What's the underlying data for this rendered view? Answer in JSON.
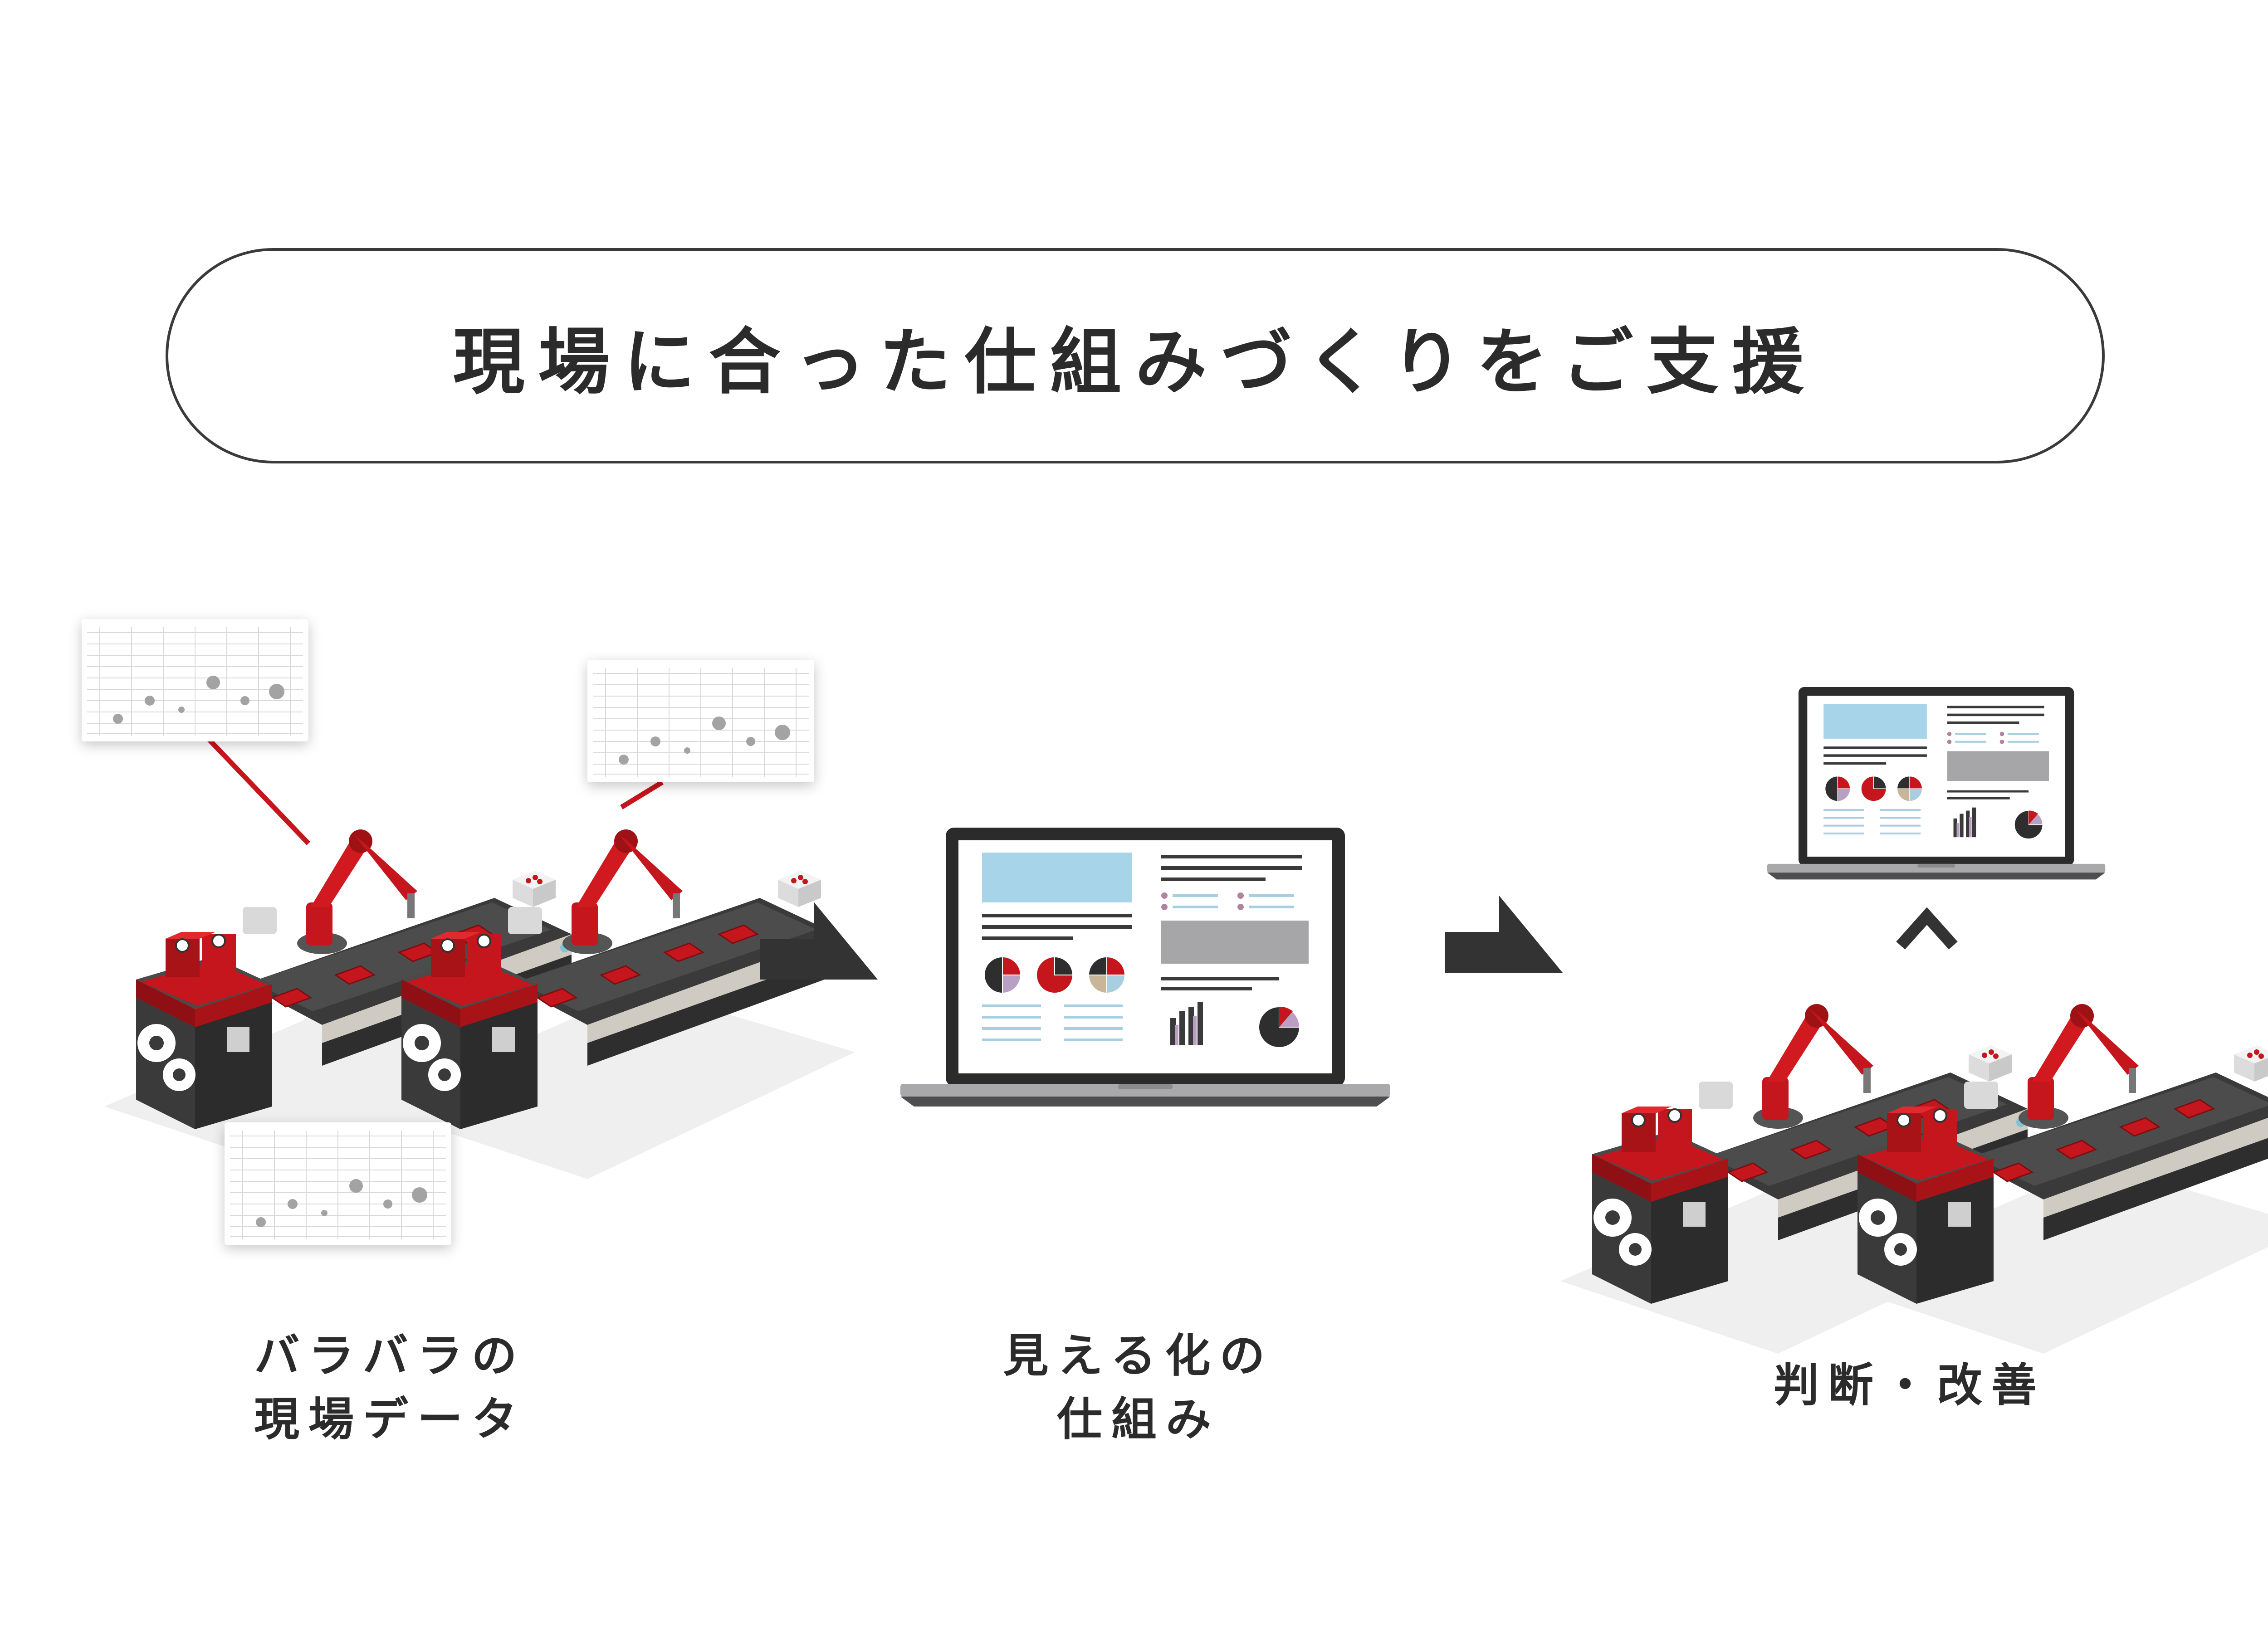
{
  "title": "現場に合った仕組みづくりをご支援",
  "steps": [
    {
      "lines": [
        "バラバラの",
        "現場データ"
      ]
    },
    {
      "lines": [
        "見える化の",
        "仕組み"
      ]
    },
    {
      "lines": [
        "判断・改善"
      ]
    }
  ],
  "colors": {
    "accent_red": "#c4161c",
    "dark": "#333333",
    "screen_blue": "#a8d4ea",
    "screen_gray": "#a6a6a8",
    "laptop_silver": "#a9a9ab"
  },
  "icons": [
    "conveyor-line",
    "robot-arm",
    "spreadsheet-chart",
    "laptop-dashboard",
    "arrow-right",
    "caret-up"
  ]
}
